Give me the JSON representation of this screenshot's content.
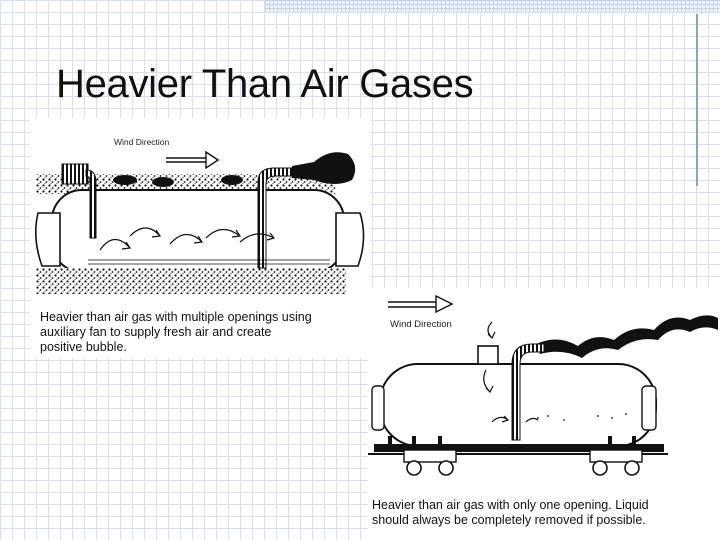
{
  "slide": {
    "title": "Heavier Than Air Gases"
  },
  "figure_1": {
    "label": "Wind Direction",
    "caption_lines": [
      "Heavier than air gas with multiple openings using",
      "auxiliary fan to supply fresh air and create",
      "positive bubble."
    ]
  },
  "figure_2": {
    "label": "Wind Direction",
    "caption_lines": [
      "Heavier than air gas with only one opening. Liquid",
      "should always be completely removed if possible."
    ]
  }
}
